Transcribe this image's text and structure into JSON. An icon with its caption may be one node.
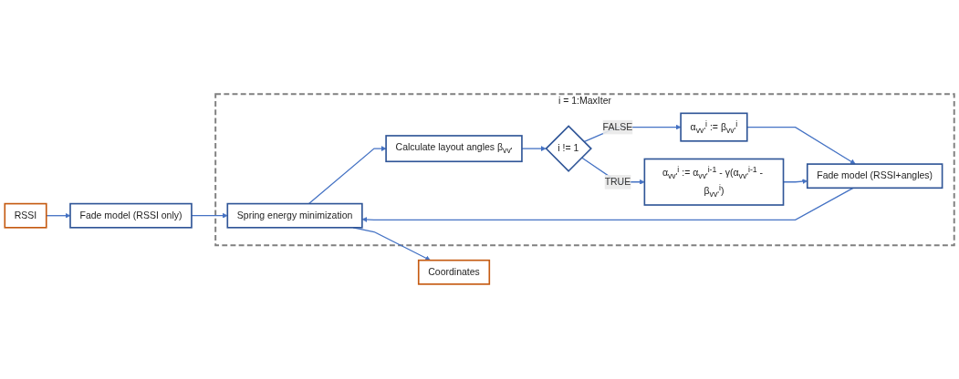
{
  "diagram": {
    "nodes": [
      {
        "text": [
          "RSSI"
        ]
      },
      {
        "text": [
          "Fade model (RSSI only)"
        ]
      },
      {
        "text": [
          "i = 1:MaxIter"
        ]
      },
      {
        "text": [
          "Spring energy minimization"
        ],
        "in": 2
      },
      {
        "text": [
          "Calculate layout angles β$_{vv'}$"
        ],
        "in": 2
      },
      {
        "text": [
          "i != 1"
        ],
        "in": 2
      },
      {
        "text": [
          "α$_{vv'}$$^{i}$ := β$_{vv'}$$^{i}$"
        ],
        "in": 2
      },
      {
        "text": [
          "α$_{vv'}$$^{i}$ := α$_{vv'}$$^{i-1}$ - γ(α$_{vv'}$$^{i-1}$ - β$_{vv'}$$^{i}$)"
        ],
        "in": 2
      },
      {
        "text": [
          "Fade model (RSSI+angles)"
        ],
        "in": 2
      },
      {
        "text": [
          "Coordinates"
        ]
      }
    ],
    "edges": [
      {
        "from": 0,
        "to": 1,
        "arrow": "to"
      },
      {
        "from": 1,
        "to": 3,
        "arrow": "to"
      },
      {
        "from": 3,
        "to": 4,
        "arrow": "to"
      },
      {
        "from": 3,
        "to": 9,
        "arrow": "to"
      },
      {
        "from": 4,
        "to": 5,
        "arrow": "to"
      },
      {
        "from": 5,
        "to": 6,
        "arrow": "to",
        "label": "FALSE"
      },
      {
        "from": 5,
        "to": 7,
        "arrow": "to",
        "label": "TRUE"
      },
      {
        "from": 6,
        "to": 8,
        "arrow": "to"
      },
      {
        "from": 7,
        "to": 8,
        "arrow": "to"
      },
      {
        "from": 8,
        "to": 3,
        "arrow": "to"
      }
    ]
  }
}
